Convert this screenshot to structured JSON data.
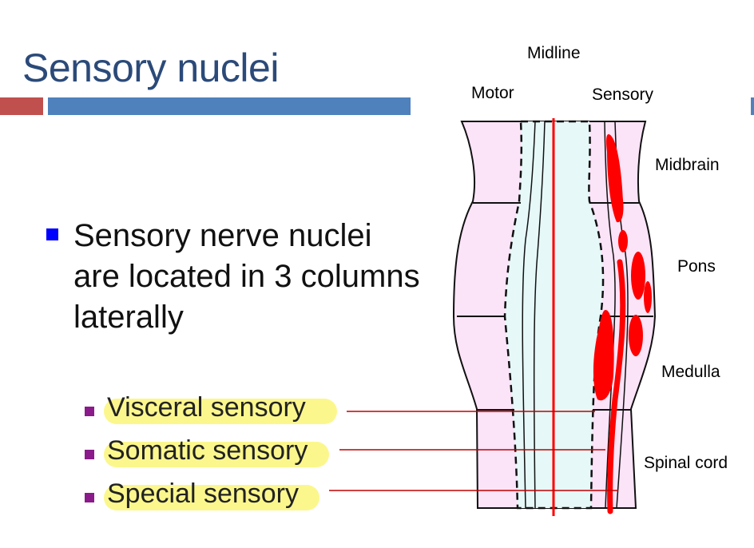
{
  "slide": {
    "title": "Sensory nuclei",
    "main_bullet": "Sensory nerve nuclei are located in 3 columns laterally",
    "sub_bullets": [
      "Visceral sensory",
      "Somatic sensory",
      "Special sensory"
    ]
  },
  "diagram": {
    "labels": {
      "midline": "Midline",
      "motor": "Motor",
      "sensory": "Sensory",
      "midbrain": "Midbrain",
      "pons": "Pons",
      "medulla": "Medulla",
      "spinal_cord": "Spinal cord"
    }
  },
  "colors": {
    "title": "#2b4a79",
    "accent_red": "#c0504d",
    "accent_blue": "#4f81bd",
    "brainstem_fill": "#fbe3f8",
    "central_fill": "#e6f8f8",
    "nuclei": "#ff0000",
    "highlight": "#fbf78d"
  }
}
